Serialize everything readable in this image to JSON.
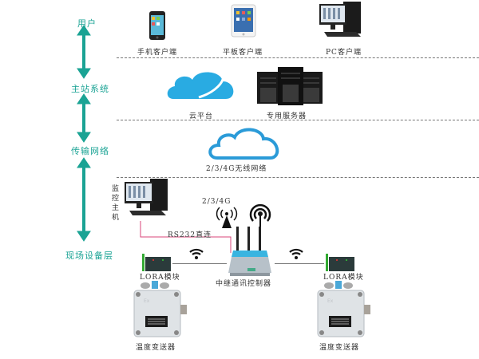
{
  "layers": [
    {
      "id": "user",
      "label": "用户"
    },
    {
      "id": "master",
      "label": "主站系统"
    },
    {
      "id": "transport",
      "label": "传输网络"
    },
    {
      "id": "field",
      "label": "现场设备层"
    }
  ],
  "user_layer": {
    "mobile_client": "手机客户端",
    "tablet_client": "平板客户端",
    "pc_client": "PC客户端"
  },
  "master_layer": {
    "cloud_platform": "云平台",
    "dedicated_server": "专用服务器"
  },
  "transport_layer": {
    "wireless_network": "2/3/4G无线网络"
  },
  "field_layer": {
    "monitor_host": "监控主机",
    "signal_label": "2/3/4G",
    "rs232_link": "RS232直连",
    "relay_controller": "中继通讯控制器",
    "lora_left": "LORA模块",
    "lora_right": "LORA模块",
    "transmitter_left": "温度变送器",
    "transmitter_right": "温度变送器",
    "transmitter_mark": "Ex"
  },
  "colors": {
    "accent": "#1aa394",
    "cloud_fill": "#29abe2",
    "cloud_outline": "#2b9bd8",
    "rs232_line": "#d9447a"
  }
}
